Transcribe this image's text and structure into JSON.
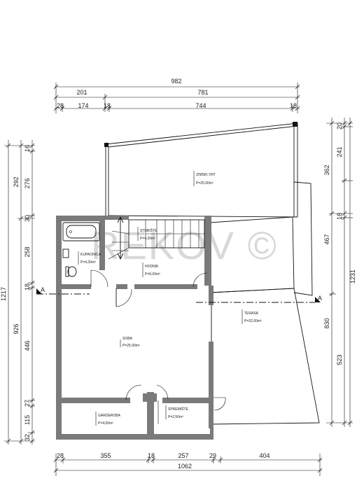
{
  "dimensions": {
    "top_row1": "982",
    "top_row2": [
      "201",
      "781"
    ],
    "top_row3": [
      "28",
      "174",
      "18",
      "744",
      "18"
    ],
    "left_outer": "1217",
    "left_inner": [
      "292",
      "926"
    ],
    "left_detail": [
      "16",
      "276",
      "30",
      "258",
      "18",
      "446",
      "27",
      "115",
      "32"
    ],
    "right_outer": "1231",
    "right_inner": [
      "362",
      "467",
      "830"
    ],
    "right_detail": [
      "20",
      "241",
      "18",
      "523"
    ],
    "bottom_row1": [
      "28",
      "355",
      "18",
      "257",
      "29",
      "404"
    ],
    "bottom_row2": "1062"
  },
  "rooms": [
    {
      "name": "ZIMSKI VRT",
      "area": "P=25,00m²"
    },
    {
      "name": "STUBIŠTE",
      "area": "P=4,30m²"
    },
    {
      "name": "KUPAONICA",
      "area": "P=4,30m²"
    },
    {
      "name": "HODNIK",
      "area": "P=6,00m²"
    },
    {
      "name": "TERASA",
      "area": "P=32,00m²"
    },
    {
      "name": "SOBA",
      "area": "P=25,00m²"
    },
    {
      "name": "GARDEROBA",
      "area": "P=4,00m²"
    },
    {
      "name": "SPREMIŠTE",
      "area": "P=2,50m²"
    }
  ],
  "section_marks": [
    "A",
    "A"
  ],
  "watermark": "REKOV ©"
}
